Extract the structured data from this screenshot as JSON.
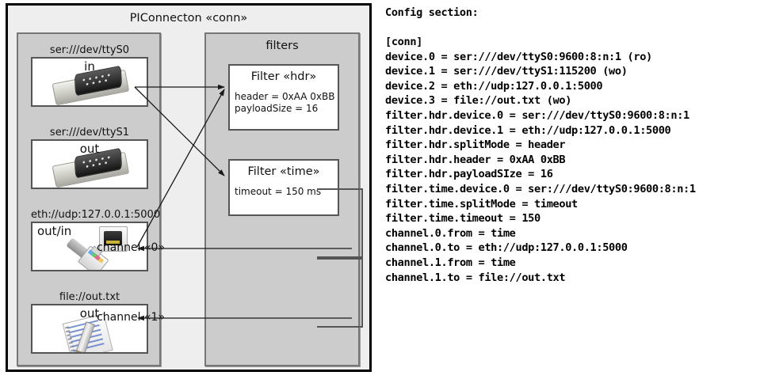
{
  "diagram": {
    "title": "PIConnecton «conn»",
    "devices_panel": {
      "title": "",
      "items": [
        {
          "label": "ser:///dev/ttyS0",
          "direction": "in",
          "icon": "serial-connector-icon"
        },
        {
          "label": "ser:///dev/ttyS1",
          "direction": "out",
          "icon": "serial-connector-icon"
        },
        {
          "label": "eth://udp:127.0.0.1:5000",
          "direction": "out/in",
          "icon": "ethernet-connector-icon"
        },
        {
          "label": "file://out.txt",
          "direction": "out",
          "icon": "text-file-icon"
        }
      ]
    },
    "filters_panel": {
      "title": "filters",
      "filters": [
        {
          "title": "Filter «hdr»",
          "attrs": [
            "header = 0xAA 0xBB",
            "payloadSize = 16"
          ]
        },
        {
          "title": "Filter «time»",
          "attrs": [
            "timeout = 150 ms"
          ]
        }
      ],
      "channels": [
        {
          "label": "channel «0»"
        },
        {
          "label": "channel «1»"
        }
      ]
    },
    "colors": {
      "frame_border": "#000000",
      "frame_fill": "#eeeeee",
      "panel_fill": "#cccccc",
      "panel_border": "#777777",
      "box_fill": "#ffffff",
      "box_border": "#555555",
      "wire": "#1a1a1a"
    }
  },
  "config": {
    "heading": "Config section:",
    "lines": [
      "[conn]",
      "device.0 = ser:///dev/ttyS0:9600:8:n:1 (ro)",
      "device.1 = ser:///dev/ttyS1:115200 (wo)",
      "device.2 = eth://udp:127.0.0.1:5000",
      "device.3 = file://out.txt (wo)",
      "filter.hdr.device.0 = ser:///dev/ttyS0:9600:8:n:1",
      "filter.hdr.device.1 = eth://udp:127.0.0.1:5000",
      "filter.hdr.splitMode = header",
      "filter.hdr.header = 0xAA 0xBB",
      "filter.hdr.payloadSIze = 16",
      "filter.time.device.0 = ser:///dev/ttyS0:9600:8:n:1",
      "filter.time.splitMode = timeout",
      "filter.time.timeout = 150",
      "channel.0.from = time",
      "channel.0.to = eth://udp:127.0.0.1:5000",
      "channel.1.from = time",
      "channel.1.to = file://out.txt"
    ]
  }
}
